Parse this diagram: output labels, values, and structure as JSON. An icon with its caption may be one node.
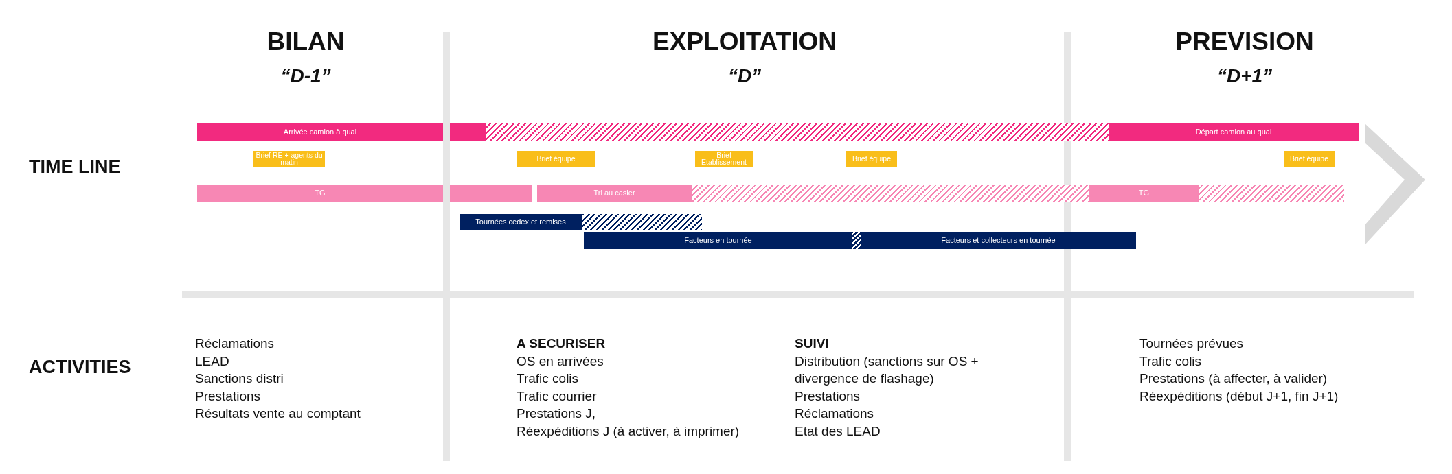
{
  "diagram": {
    "nodes": [
      {
        "text": [
          "Arrivée camion à quai"
        ]
      },
      {
        "text": [],
        "shape": "bar"
      },
      {
        "text": [],
        "shape": "bar"
      },
      {
        "text": [
          "Départ camion au quai"
        ]
      },
      {
        "text": [
          "Brief RE + agents du matin"
        ]
      },
      {
        "text": [
          "Brief équipe"
        ]
      },
      {
        "text": [
          "Brief Etablissement"
        ]
      },
      {
        "text": [
          "Brief équipe"
        ]
      },
      {
        "text": [
          "Brief équipe"
        ]
      },
      {
        "text": [
          "TG"
        ]
      },
      {
        "text": [],
        "shape": "bar"
      },
      {
        "text": [
          "Tri au casier"
        ]
      },
      {
        "text": [],
        "shape": "bar"
      },
      {
        "text": [
          "TG"
        ]
      },
      {
        "text": [],
        "shape": "bar"
      },
      {
        "text": [
          "Tournées cedex et remises"
        ]
      },
      {
        "text": [],
        "shape": "bar"
      },
      {
        "text": [
          "Facteurs en tournée"
        ]
      },
      {
        "text": [],
        "shape": "bar"
      },
      {
        "text": [
          "Facteurs et collecteurs en tournée"
        ]
      }
    ],
    "labels": [
      "BILAN",
      "EXPLOITATION",
      "PREVISION",
      "“D-1”",
      "“D”",
      "“D+1”",
      "TIME LINE",
      "ACTIVITIES",
      "Réclamations",
      "LEAD",
      "Sanctions distri",
      "Prestations",
      "Résultats vente au comptant",
      "A SECURISER",
      "OS en arrivées",
      "Trafic colis",
      "Trafic courrier",
      "Prestations J,",
      "Réexpéditions J (à activer, à imprimer)",
      "SUIVI",
      "Distribution (sanctions sur OS + divergence de flashage)",
      "Prestations",
      "Réclamations",
      "Etat des LEAD",
      "Tournées prévues",
      "Trafic colis",
      "Prestations (à affecter, à valider)",
      "Réexpéditions (début J+1, fin J+1)"
    ]
  }
}
